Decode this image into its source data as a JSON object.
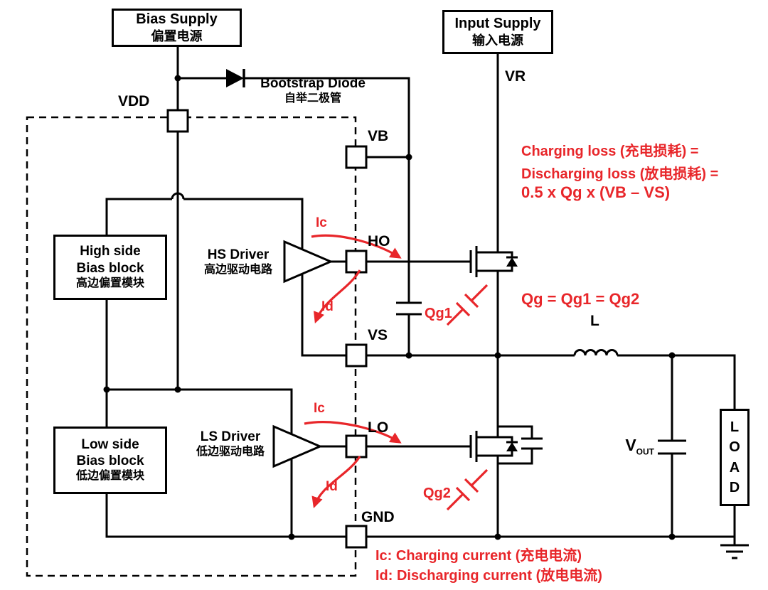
{
  "accent": {
    "red": "#e8262a",
    "black": "#000000"
  },
  "supplies": {
    "bias": {
      "en": "Bias Supply",
      "cn": "偏置电源"
    },
    "input": {
      "en": "Input Supply",
      "cn": "输入电源"
    }
  },
  "blocks": {
    "high_side": {
      "l1": "High side",
      "l2": "Bias block",
      "l3": "高边偏置模块"
    },
    "low_side": {
      "l1": "Low side",
      "l2": "Bias block",
      "l3": "低边偏置模块"
    },
    "hs_driver": {
      "en": "HS Driver",
      "cn": "高边驱动电路"
    },
    "ls_driver": {
      "en": "LS Driver",
      "cn": "低边驱动电路"
    },
    "bootstrap_diode": {
      "en": "Bootstrap Diode",
      "cn": "自举二极管"
    },
    "load": {
      "l1": "L",
      "l2": "O",
      "l3": "A",
      "l4": "D"
    }
  },
  "pins": {
    "vdd": "VDD",
    "vb": "VB",
    "ho": "HO",
    "vs": "VS",
    "lo": "LO",
    "gnd": "GND"
  },
  "nets": {
    "vr": "VR",
    "inductor": "L",
    "vout_main": "V",
    "vout_sub": "OUT"
  },
  "currents": {
    "ic": "Ic",
    "id": "Id",
    "qg1": "Qg1",
    "qg2": "Qg2"
  },
  "annotations": {
    "charging_loss": "Charging loss (充电损耗) =",
    "discharging_loss": "Discharging loss (放电损耗) =",
    "loss_formula": "0.5 x Qg x (VB – VS)",
    "qg_equality": "Qg = Qg1 = Qg2",
    "ic_note": "Ic: Charging current (充电电流)",
    "id_note": "Id: Discharging current (放电电流)"
  }
}
